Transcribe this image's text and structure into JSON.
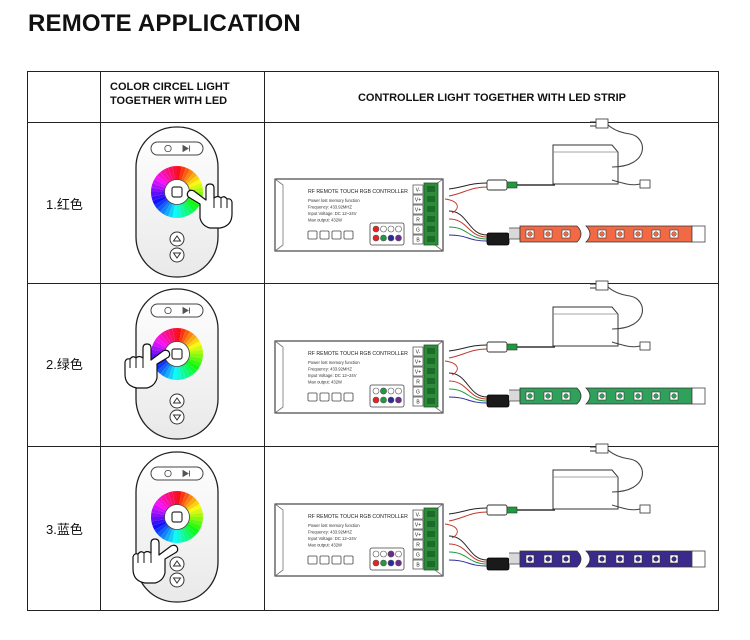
{
  "page_title": "REMOTE APPLICATION",
  "table": {
    "header_col1": "COLOR CIRCEL LIGHT\nTOGETHER WITH LED",
    "header_col2": "CONTROLLER LIGHT TOGETHER WITH LED STRIP"
  },
  "rows": [
    {
      "label": "1.红色",
      "strip_color": "#f26a45",
      "lit": "red"
    },
    {
      "label": "2.绿色",
      "strip_color": "#2fa15b",
      "lit": "green"
    },
    {
      "label": "3.蓝色",
      "strip_color": "#3b2a8c",
      "lit": "blue"
    }
  ],
  "controller": {
    "title": "RF REMOTE TOUCH RGB CONTROLLER",
    "specs": [
      "Power lost memory function",
      "Frequency: 433.92MHZ",
      "Input Voltage: DC 12~24V",
      "Max output: 432W"
    ],
    "terminals": [
      "V-",
      "V+",
      "V+",
      "R",
      "G",
      "B"
    ]
  },
  "colors": {
    "red": "#e5231f",
    "green": "#1f9b3f",
    "blue": "#2b2a9c",
    "purple": "#6a2c8f",
    "terminal_green": "#2e8b3a"
  }
}
